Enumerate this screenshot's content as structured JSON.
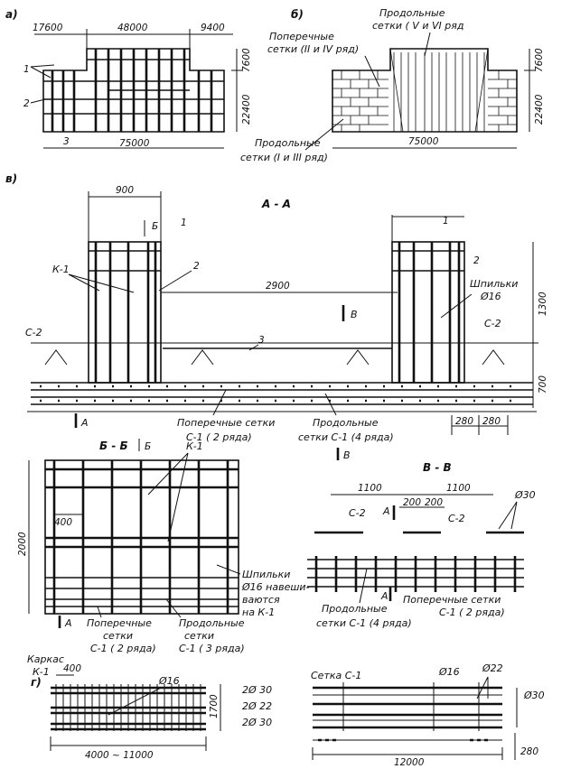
{
  "panel_a": {
    "letter": "а)",
    "dims_top": [
      "17600",
      "48000",
      "9400"
    ],
    "dims_right": [
      "7600",
      "22400"
    ],
    "dim_bottom": "75000",
    "callouts": [
      "1",
      "2",
      "3"
    ]
  },
  "panel_b": {
    "letter": "б)",
    "label_transverse_l1": "Поперечные",
    "label_transverse_l2": "сетки (II и IV ряд)",
    "label_long_top_l1": "Продольные",
    "label_long_top_l2": "сетки ( V и VI ряд",
    "label_long_bottom_l1": "Продольные",
    "label_long_bottom_l2": "сетки (I и III ряд)",
    "dims_right": [
      "7600",
      "22400"
    ],
    "dim_bottom": "75000"
  },
  "panel_v": {
    "letter": "в)",
    "section_title": "А - А",
    "dim_900": "900",
    "dim_2900": "2900",
    "dim_1300": "1300",
    "dim_700": "700",
    "dim_280a": "280",
    "dim_280b": "280",
    "callout_1a": "1",
    "callout_1b": "1",
    "callout_2a": "2",
    "callout_2b": "2",
    "callout_3": "3",
    "label_k1": "К-1",
    "label_c2_left": "С-2",
    "label_c2_right": "С-2",
    "label_pins_l1": "Шпильки",
    "label_pins_l2": "Ø16",
    "mark_b": "Б",
    "mark_v": "В",
    "mark_a": "А",
    "label_transverse_l1": "Поперечные сетки",
    "label_transverse_l2": "С-1 ( 2 ряда)",
    "label_long_l1": "Продольные",
    "label_long_l2": "сетки С-1 (4 ряда)"
  },
  "panel_bb": {
    "title": "Б - Б",
    "dim_2000": "2000",
    "dim_400": "400",
    "label_k1": "К-1",
    "mark_b": "Б",
    "mark_v": "В",
    "mark_a": "А",
    "pins_l1": "Шпильки",
    "pins_l2": "Ø16 навеши-",
    "pins_l3": "ваются",
    "pins_l4": "на К-1",
    "transverse_l1": "Поперечные",
    "transverse_l2": "сетки",
    "transverse_l3": "С-1 ( 2 ряда)",
    "long_l1": "Продольные",
    "long_l2": "сетки",
    "long_l3": "С-1 ( 3 ряда)"
  },
  "panel_vv": {
    "title": "В - В",
    "dim_1100a": "1100",
    "dim_1100b": "1100",
    "dim_200a": "200",
    "dim_200b": "200",
    "dia_30": "Ø30",
    "label_c2a": "С-2",
    "label_c2b": "С-2",
    "mark_a": "А",
    "long_l1": "Продольные",
    "long_l2": "сетки С-1 (4 ряда)",
    "transverse_l1": "Поперечные сетки",
    "transverse_l2": "С-1 ( 2 ряда)"
  },
  "panel_g": {
    "letter": "г)",
    "frame_title": "Каркас",
    "frame_id": "К-1",
    "dim_400": "400",
    "dia_16": "Ø16",
    "dim_1700": "1700",
    "bars": [
      "2Ø 30",
      "2Ø 22",
      "2Ø 30"
    ],
    "dim_length": "4000 ~ 11000",
    "mesh_title": "Сетка С-1",
    "mesh_dia_16": "Ø16",
    "mesh_dia_22": "Ø22",
    "mesh_dia_30": "Ø30",
    "mesh_length": "12000",
    "mesh_280": "280"
  }
}
